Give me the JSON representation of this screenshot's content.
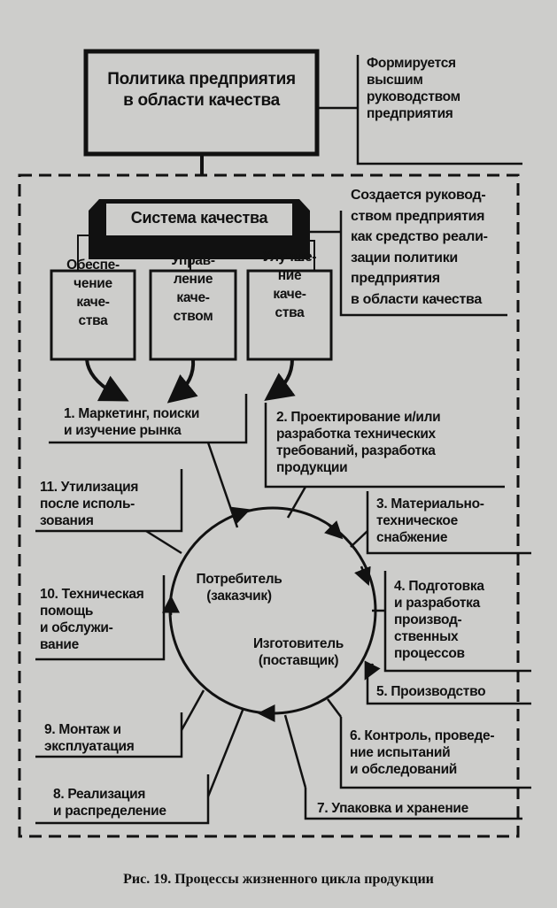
{
  "policy": {
    "title": "Политика предприятия\nв области качества",
    "note": "Формируется\nвысшим\nруководством\nпредприятия"
  },
  "system": {
    "title": "Система качества",
    "note": "Создается руковод-\nством предприятия\nкак средство реали-\nзации политики\nпредприятия\nв области качества"
  },
  "subsystems": [
    "Обеспе-\nчение\nкаче-\nства",
    "Управ-\nление\nкаче-\nством",
    "Улучше-\nние\nкаче-\nства"
  ],
  "center": {
    "consumer": "Потребитель\n(заказчик)",
    "producer": "Изготовитель\n(поставщик)"
  },
  "stages": [
    "1. Маркетинг, поиски\nи изучение рынка",
    "2. Проектирование и/или\nразработка технических\nтребований, разработка\nпродукции",
    "3. Материально-\nтехническое\nснабжение",
    "4. Подготовка\nи разработка\nпроизвод-\nственных\nпроцессов",
    "5. Производство",
    "6. Контроль, проведе-\nние испытаний\nи обследований",
    "7. Упаковка и хранение",
    "8. Реализация\nи распределение",
    "9. Монтаж и\nэксплуатация",
    "10. Техническая\nпомощь\nи обслужи-\nвание",
    "11. Утилизация\nпосле исполь-\nзования"
  ],
  "caption": "Рис. 19. Процессы жизненного цикла продукции"
}
